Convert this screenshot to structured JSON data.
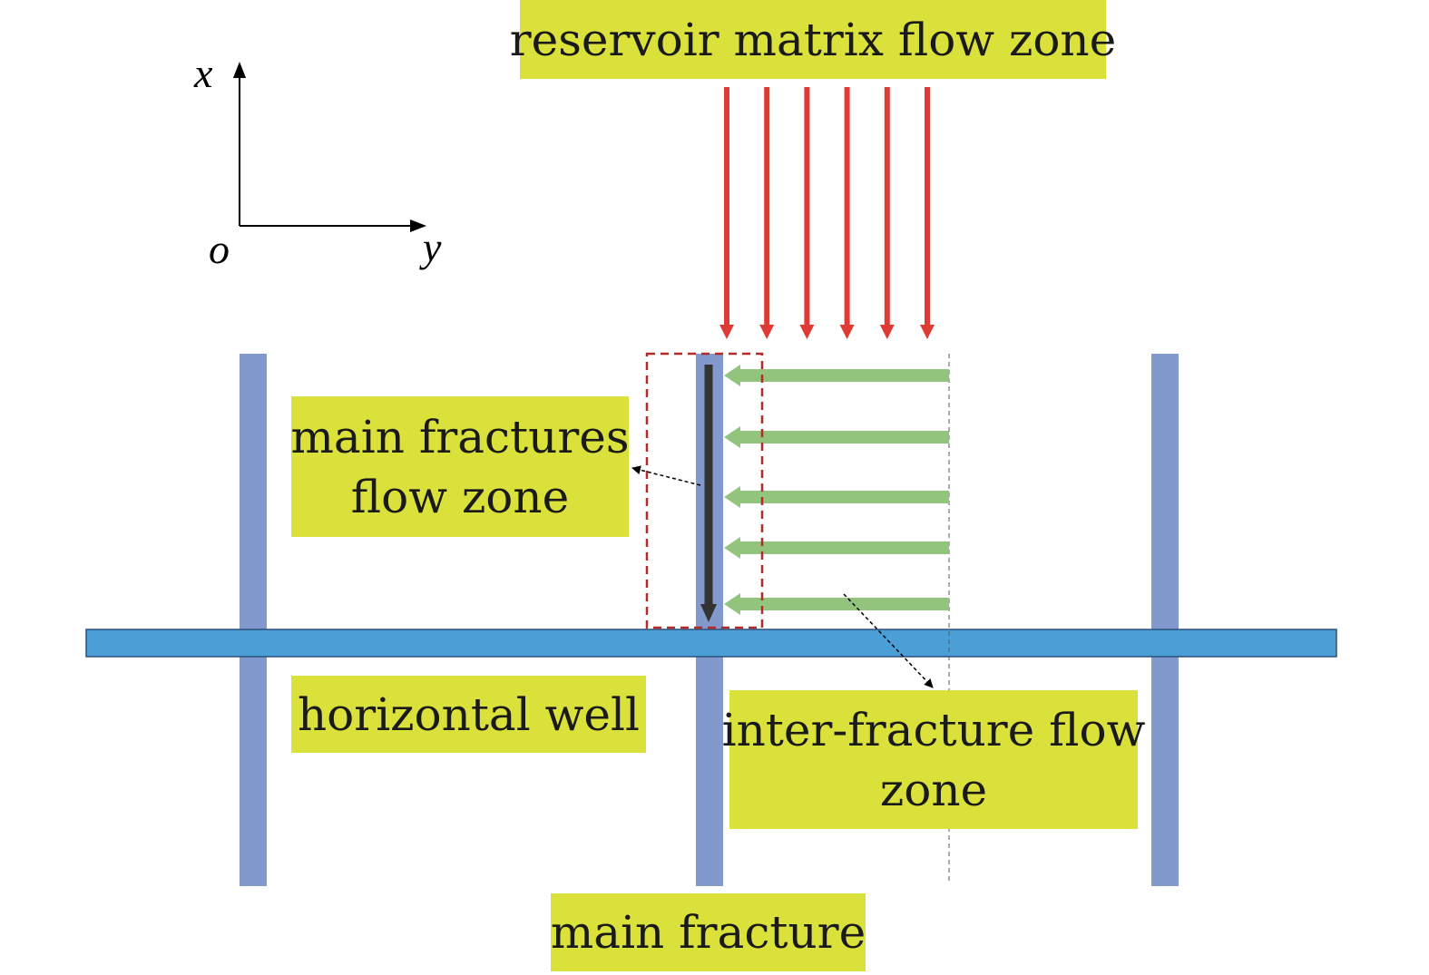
{
  "axes": {
    "x_label": "x",
    "y_label": "y",
    "origin_label": "o"
  },
  "labels": {
    "reservoir_matrix": "reservoir matrix flow zone",
    "main_fractures_zone": [
      "main fractures",
      "flow zone"
    ],
    "horizontal_well": "horizontal well",
    "inter_fracture_zone": [
      "inter-fracture flow",
      "zone"
    ],
    "main_fracture": "main fracture"
  },
  "colors": {
    "label_fill": "#dbe13b",
    "fracture": "#8199cc",
    "well": "#4a9fd6",
    "matrix_arrow": "#e03a35",
    "inter_fracture_arrow": "#93c47d",
    "zone_border": "#b22b2b",
    "dark_arrow": "#333333"
  },
  "flows": {
    "matrix_arrow_count": 6,
    "inter_fracture_arrow_count": 5
  }
}
